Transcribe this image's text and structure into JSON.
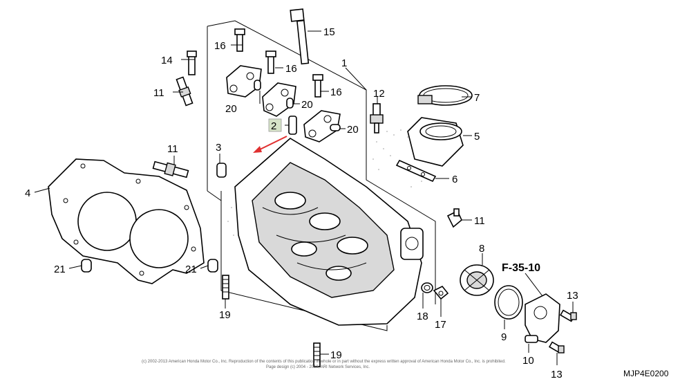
{
  "callouts": {
    "c1": "1",
    "c2": "2",
    "c3": "3",
    "c4": "4",
    "c5": "5",
    "c6": "6",
    "c7": "7",
    "c8": "8",
    "c9": "9",
    "c10": "10",
    "c11a": "11",
    "c11b": "11",
    "c11c": "11",
    "c12": "12",
    "c13a": "13",
    "c13b": "13",
    "c14": "14",
    "c15": "15",
    "c16a": "16",
    "c16b": "16",
    "c16c": "16",
    "c17": "17",
    "c18": "18",
    "c19a": "19",
    "c19b": "19",
    "c20a": "20",
    "c20b": "20",
    "c20c": "20",
    "c21a": "21",
    "c21b": "21"
  },
  "reference": "F-35-10",
  "diagram_code": "MJP4E0200",
  "copyright_line1": "(c) 2002-2013 American Honda Motor Co., Inc. Reproduction of the contents of this publication in whole or in part without the express written approval of American Honda Motor Co., Inc. is prohibited.",
  "copyright_line2": "Page design (c) 2004 - 2013, ARI Network Services, Inc.",
  "colors": {
    "highlight_box": "#d6e3c8",
    "arrow": "#e03030"
  }
}
